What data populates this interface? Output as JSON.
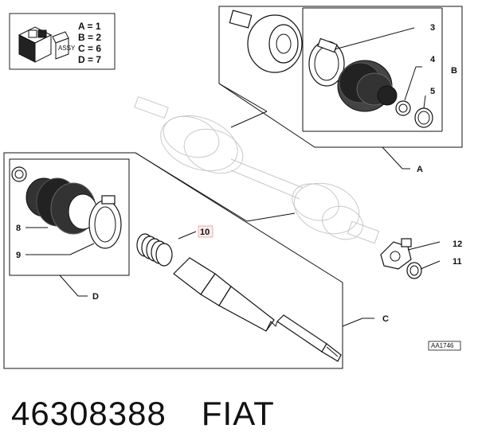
{
  "legend": {
    "lines": [
      "A = 1",
      "B = 2",
      "C = 6",
      "D = 7"
    ],
    "cube_label": "ASSY"
  },
  "callouts": {
    "p3": "3",
    "p4": "4",
    "p5": "5",
    "p8": "8",
    "p9": "9",
    "p10": "10",
    "p11": "11",
    "p12": "12"
  },
  "groups": {
    "a": "A",
    "b": "B",
    "c": "C",
    "d": "D"
  },
  "drawing_code": "AA1746",
  "footer": {
    "part_number": "46308388",
    "brand": "FIAT"
  },
  "colors": {
    "highlight_box": "#e8b0b0",
    "ghost_lines": "#c8c8c8",
    "ink": "#111111"
  }
}
